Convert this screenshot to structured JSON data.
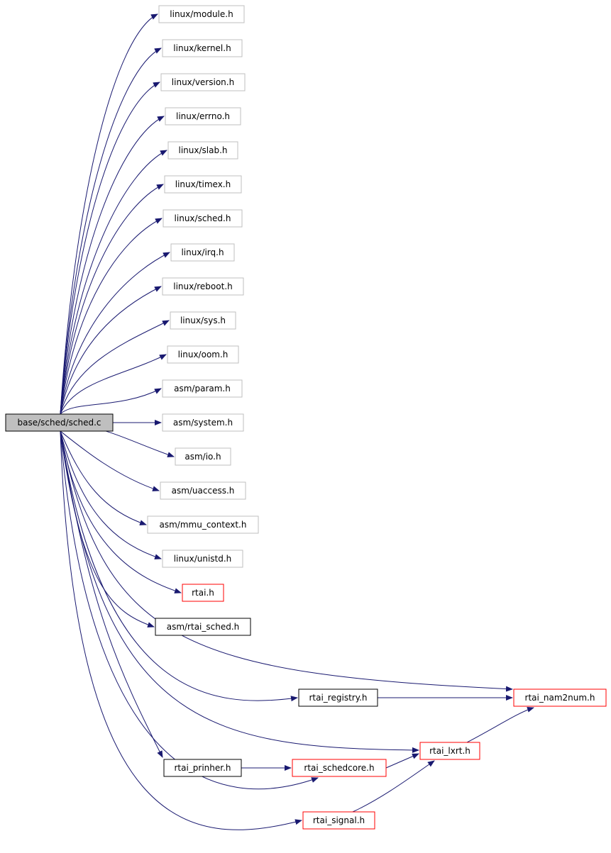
{
  "root": {
    "id": "root",
    "label": "base/sched/sched.c"
  },
  "nodes": [
    {
      "id": "n_module",
      "label": "linux/module.h",
      "kind": "plain"
    },
    {
      "id": "n_kernel",
      "label": "linux/kernel.h",
      "kind": "plain"
    },
    {
      "id": "n_version",
      "label": "linux/version.h",
      "kind": "plain"
    },
    {
      "id": "n_errno",
      "label": "linux/errno.h",
      "kind": "plain"
    },
    {
      "id": "n_slab",
      "label": "linux/slab.h",
      "kind": "plain"
    },
    {
      "id": "n_timex",
      "label": "linux/timex.h",
      "kind": "plain"
    },
    {
      "id": "n_sched",
      "label": "linux/sched.h",
      "kind": "plain"
    },
    {
      "id": "n_irq",
      "label": "linux/irq.h",
      "kind": "plain"
    },
    {
      "id": "n_reboot",
      "label": "linux/reboot.h",
      "kind": "plain"
    },
    {
      "id": "n_sys",
      "label": "linux/sys.h",
      "kind": "plain"
    },
    {
      "id": "n_oom",
      "label": "linux/oom.h",
      "kind": "plain"
    },
    {
      "id": "n_param",
      "label": "asm/param.h",
      "kind": "plain"
    },
    {
      "id": "n_system",
      "label": "asm/system.h",
      "kind": "plain"
    },
    {
      "id": "n_io",
      "label": "asm/io.h",
      "kind": "plain"
    },
    {
      "id": "n_uaccess",
      "label": "asm/uaccess.h",
      "kind": "plain"
    },
    {
      "id": "n_mmu",
      "label": "asm/mmu_context.h",
      "kind": "plain"
    },
    {
      "id": "n_unistd",
      "label": "linux/unistd.h",
      "kind": "plain"
    },
    {
      "id": "n_rtai",
      "label": "rtai.h",
      "kind": "truncated"
    },
    {
      "id": "n_rtaisched",
      "label": "asm/rtai_sched.h",
      "kind": "documented"
    },
    {
      "id": "n_registry",
      "label": "rtai_registry.h",
      "kind": "documented"
    },
    {
      "id": "n_nam2num",
      "label": "rtai_nam2num.h",
      "kind": "truncated"
    },
    {
      "id": "n_lxrt",
      "label": "rtai_lxrt.h",
      "kind": "truncated"
    },
    {
      "id": "n_prinher",
      "label": "rtai_prinher.h",
      "kind": "documented"
    },
    {
      "id": "n_schedcore",
      "label": "rtai_schedcore.h",
      "kind": "truncated"
    },
    {
      "id": "n_signal",
      "label": "rtai_signal.h",
      "kind": "truncated"
    }
  ],
  "edges": [
    [
      "root",
      "n_module"
    ],
    [
      "root",
      "n_kernel"
    ],
    [
      "root",
      "n_version"
    ],
    [
      "root",
      "n_errno"
    ],
    [
      "root",
      "n_slab"
    ],
    [
      "root",
      "n_timex"
    ],
    [
      "root",
      "n_sched"
    ],
    [
      "root",
      "n_irq"
    ],
    [
      "root",
      "n_reboot"
    ],
    [
      "root",
      "n_sys"
    ],
    [
      "root",
      "n_oom"
    ],
    [
      "root",
      "n_param"
    ],
    [
      "root",
      "n_system"
    ],
    [
      "root",
      "n_io"
    ],
    [
      "root",
      "n_uaccess"
    ],
    [
      "root",
      "n_mmu"
    ],
    [
      "root",
      "n_unistd"
    ],
    [
      "root",
      "n_rtai"
    ],
    [
      "root",
      "n_rtaisched"
    ],
    [
      "root",
      "n_nam2num"
    ],
    [
      "root",
      "n_registry"
    ],
    [
      "root",
      "n_lxrt"
    ],
    [
      "root",
      "n_prinher"
    ],
    [
      "root",
      "n_schedcore"
    ],
    [
      "root",
      "n_signal"
    ],
    [
      "n_registry",
      "n_nam2num"
    ],
    [
      "n_lxrt",
      "n_nam2num"
    ],
    [
      "n_prinher",
      "n_schedcore"
    ],
    [
      "n_schedcore",
      "n_lxrt"
    ],
    [
      "n_signal",
      "n_lxrt"
    ]
  ],
  "colors": {
    "edge": "#191970",
    "root_fill": "#bfbfbf",
    "plain_border": "#bfbfbf",
    "truncated_border": "#ff0000",
    "documented_border": "#000000",
    "text": "#000000",
    "background": "#ffffff"
  }
}
